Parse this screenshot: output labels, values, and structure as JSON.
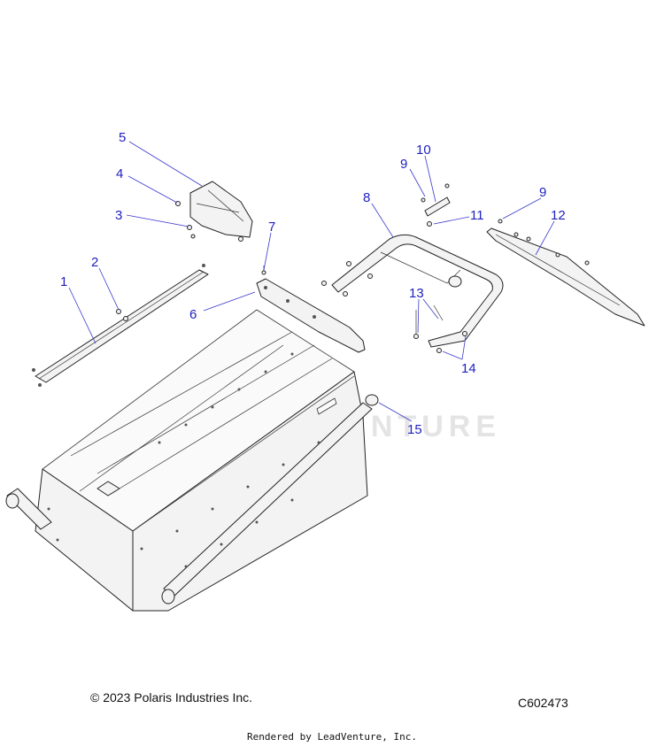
{
  "watermark": "LEADVENTURE",
  "callouts": [
    {
      "id": "1",
      "label": "1"
    },
    {
      "id": "2",
      "label": "2"
    },
    {
      "id": "3",
      "label": "3"
    },
    {
      "id": "4",
      "label": "4"
    },
    {
      "id": "5",
      "label": "5"
    },
    {
      "id": "6",
      "label": "6"
    },
    {
      "id": "7",
      "label": "7"
    },
    {
      "id": "8",
      "label": "8"
    },
    {
      "id": "9a",
      "label": "9"
    },
    {
      "id": "9b",
      "label": "9"
    },
    {
      "id": "10",
      "label": "10"
    },
    {
      "id": "11",
      "label": "11"
    },
    {
      "id": "12",
      "label": "12"
    },
    {
      "id": "13",
      "label": "13"
    },
    {
      "id": "14",
      "label": "14"
    },
    {
      "id": "15",
      "label": "15"
    }
  ],
  "footer": {
    "copyright": "© 2023 Polaris Industries Inc.",
    "drawing_code": "C602473",
    "rendered_by": "Rendered by LeadVenture, Inc."
  },
  "colors": {
    "callout": "#1f1fbf",
    "line": "#222222",
    "watermark": "#e4e4e4"
  }
}
